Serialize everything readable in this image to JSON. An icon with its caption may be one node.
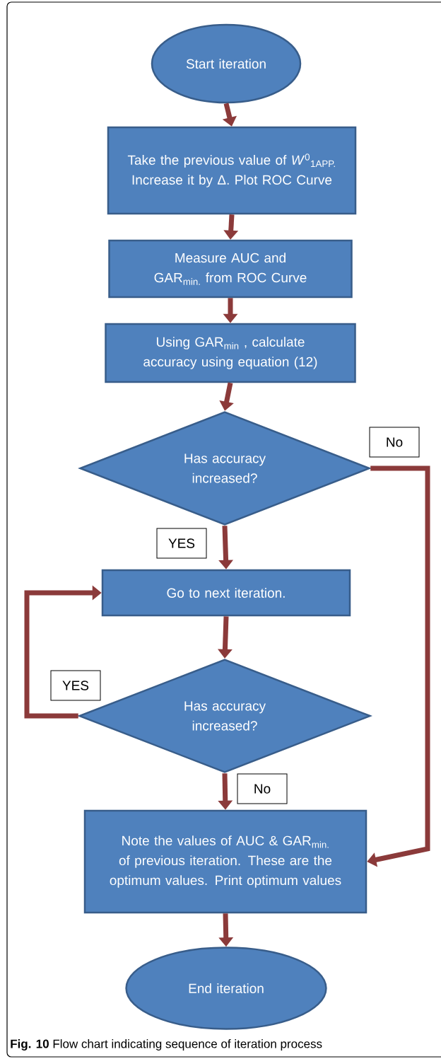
{
  "diagram": {
    "caption": "**Fig. 10** Flow chart indicating sequence of iteration process",
    "nodes": [
      {
        "text": [
          "Start iteration"
        ]
      },
      {
        "text": [
          "Take the previous value of *W*$^{0}$$_{1APP.}$ Increase it by Δ. Plot ROC Curve"
        ]
      },
      {
        "text": [
          "Measure AUC and GAR$_{min.}$ from ROC Curve"
        ]
      },
      {
        "text": [
          "Using GAR$_{min}$ , calculate accuracy using equation (12)"
        ]
      },
      {
        "text": [
          "Has accuracy increased?"
        ]
      },
      {
        "text": [
          "Go to next iteration."
        ]
      },
      {
        "text": [
          "Has accuracy increased?"
        ]
      },
      {
        "text": [
          "Note the values of AUC & GAR$_{min.}$ of previous iteration. These are the optimum values. Print optimum values"
        ]
      },
      {
        "text": [
          "End iteration"
        ]
      }
    ],
    "edges": [
      {
        "from": 0,
        "to": 1,
        "arrow": "to"
      },
      {
        "from": 1,
        "to": 2,
        "arrow": "to"
      },
      {
        "from": 2,
        "to": 3,
        "arrow": "to"
      },
      {
        "from": 3,
        "to": 4,
        "arrow": "to"
      },
      {
        "from": 4,
        "to": 5,
        "arrow": "to",
        "label": "YES"
      },
      {
        "from": 4,
        "to": 7,
        "arrow": "to",
        "label": "No"
      },
      {
        "from": 5,
        "to": 6,
        "arrow": "to"
      },
      {
        "from": 6,
        "to": 5,
        "arrow": "to",
        "label": "YES"
      },
      {
        "from": 6,
        "to": 7,
        "arrow": "to",
        "label": "No"
      },
      {
        "from": 7,
        "to": 8,
        "arrow": "to"
      }
    ]
  }
}
